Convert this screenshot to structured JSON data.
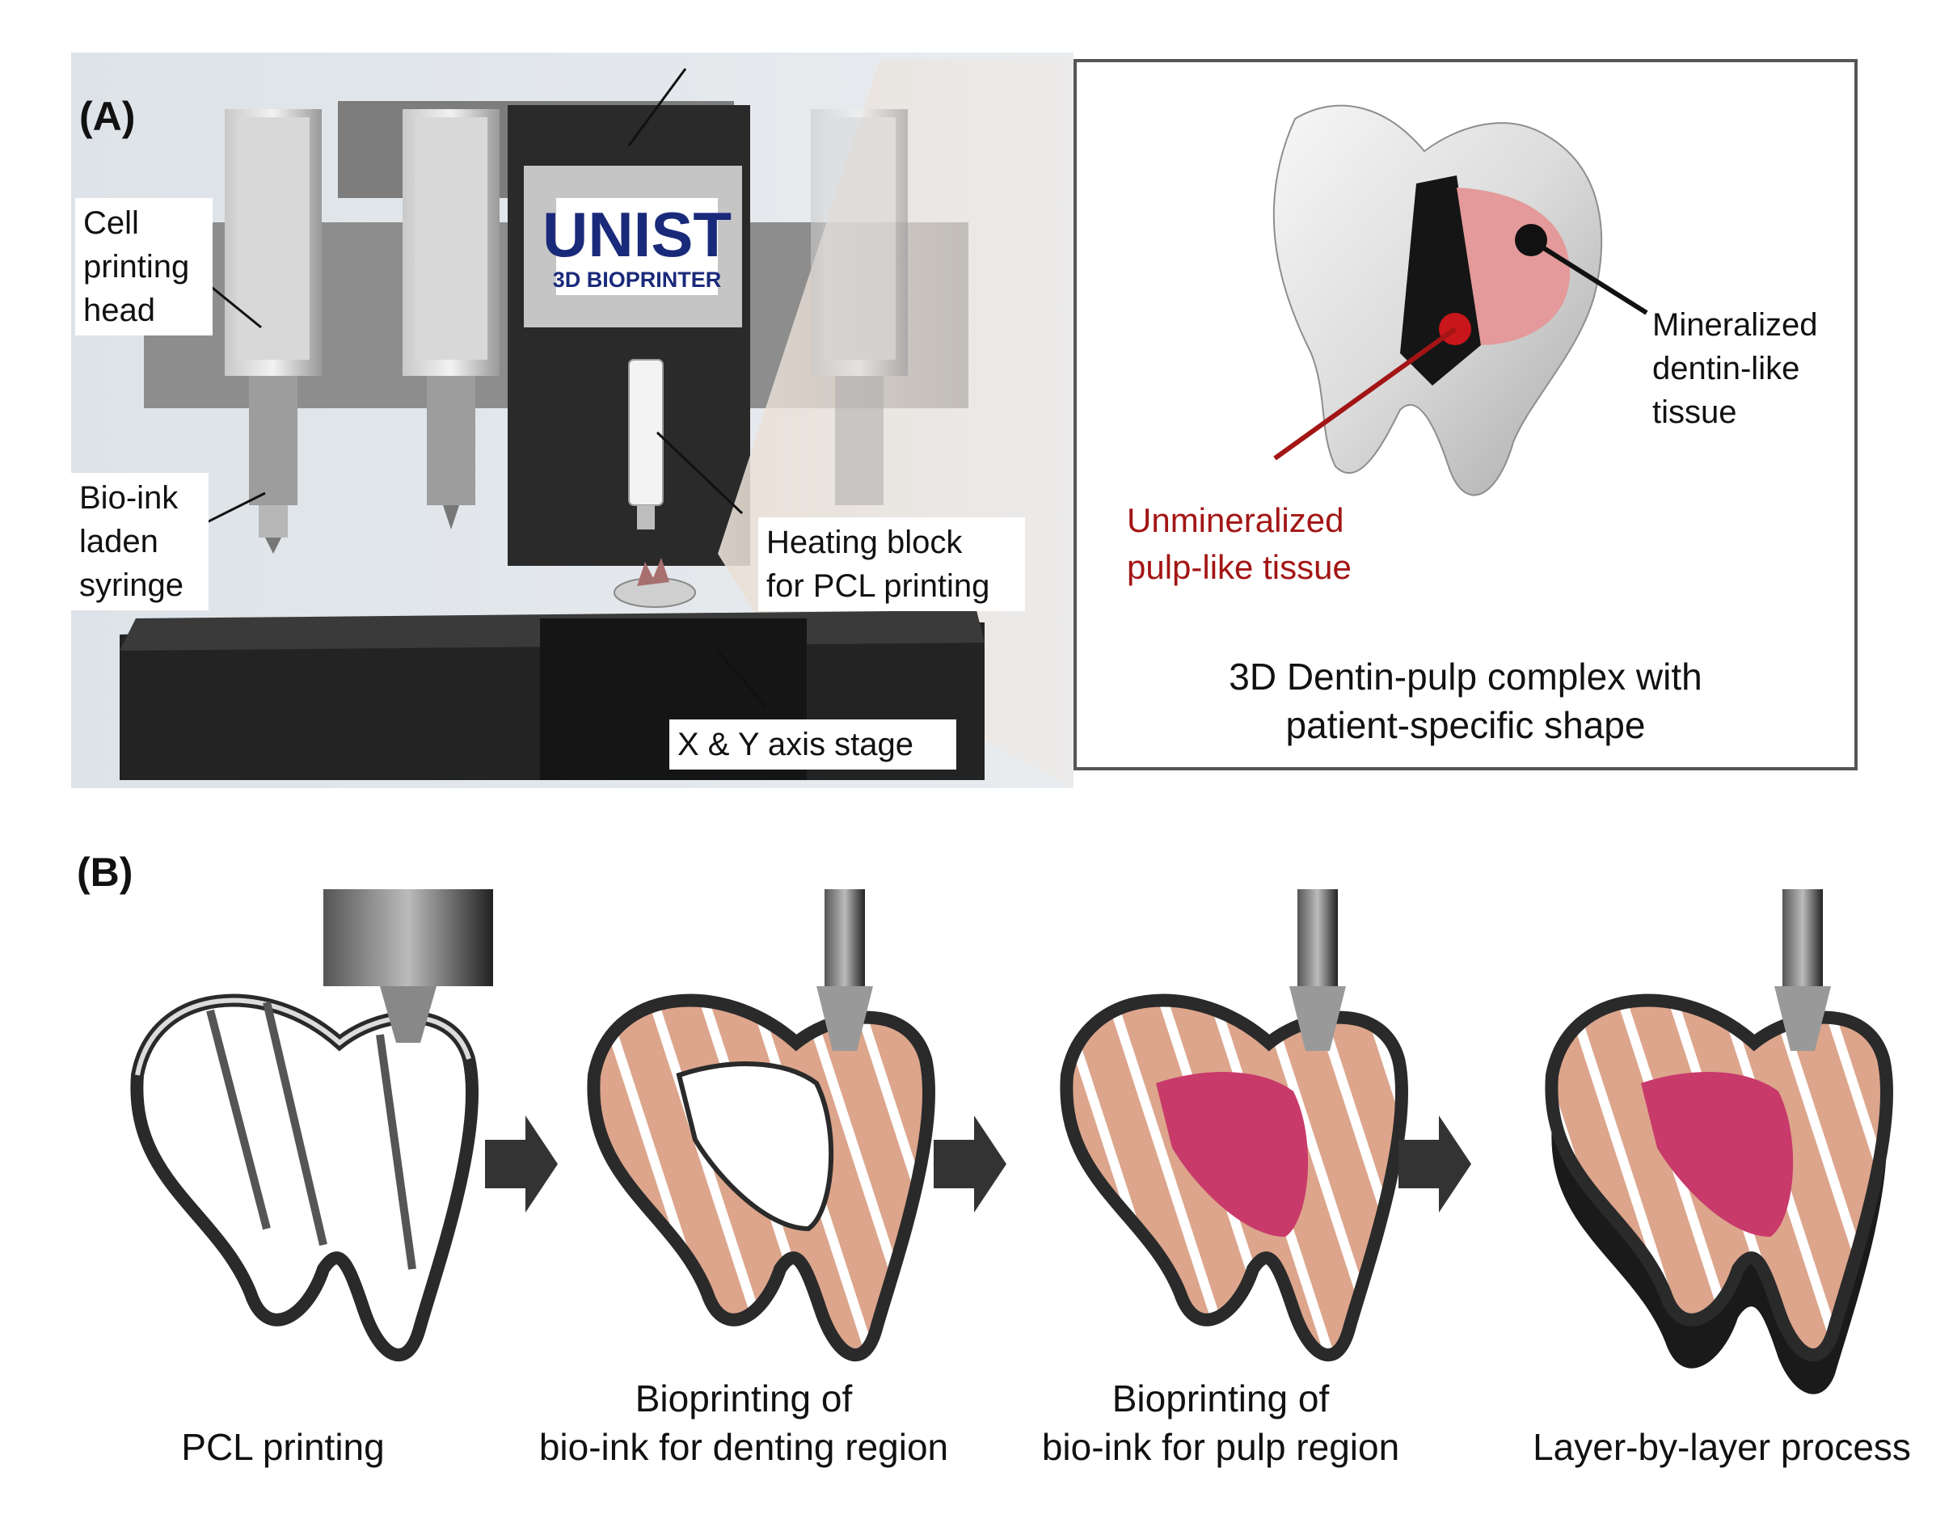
{
  "panel_a": {
    "label": "(A)",
    "printer_brand": "UNIST",
    "printer_subtitle": "3D BIOPRINTER",
    "callouts": {
      "cell_head": [
        "Cell",
        "printing",
        "head"
      ],
      "bioink_syringe": [
        "Bio-ink",
        "laden",
        "syringe"
      ],
      "heating_block": [
        "Heating block",
        "for PCL printing"
      ],
      "stage": "X & Y axis stage"
    },
    "tooth_inset": {
      "mineralized": [
        "Mineralized",
        "dentin-like",
        "tissue"
      ],
      "unmineralized": [
        "Unmineralized",
        "pulp-like tissue"
      ],
      "caption": [
        "3D Dentin-pulp complex with",
        "patient-specific shape"
      ]
    }
  },
  "panel_b": {
    "label": "(B)",
    "steps": [
      {
        "caption": [
          "PCL printing"
        ]
      },
      {
        "caption": [
          "Bioprinting of",
          "bio-ink for denting region"
        ]
      },
      {
        "caption": [
          "Bioprinting of",
          "bio-ink for pulp region"
        ]
      },
      {
        "caption": [
          "Layer-by-layer process"
        ]
      }
    ]
  },
  "colors": {
    "pulp_red": "#a31515",
    "pulp_pink": "#c83a6a",
    "dentin_tan": "#dca58c",
    "printer_dark": "#1c1c1c",
    "brand_navy": "#1a2a7a"
  }
}
